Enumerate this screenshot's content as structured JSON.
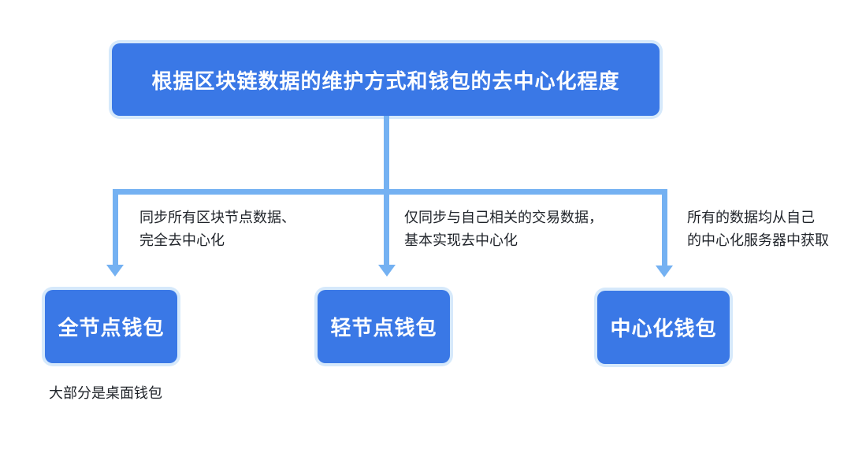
{
  "diagram": {
    "root": {
      "label": "根据区块链数据的维护方式和钱包的去中心化程度"
    },
    "branches": [
      {
        "note_line1": "同步所有区块节点数据、",
        "note_line2": "完全去中心化",
        "node_label": "全节点钱包"
      },
      {
        "note_line1": "仅同步与自己相关的交易数据，",
        "note_line2": "基本实现去中心化",
        "node_label": "轻节点钱包"
      },
      {
        "note_line1": "所有的数据均从自己",
        "note_line2": "的中心化服务器中获取",
        "node_label": "中心化钱包"
      }
    ],
    "footnote": "大部分是桌面钱包"
  },
  "colors": {
    "node_fill": "#3a78e6",
    "node_text": "#ffffff",
    "connector": "#74b1f2",
    "halo": "#d6e9fb",
    "text_dark": "#1f2329",
    "background": "#ffffff"
  }
}
